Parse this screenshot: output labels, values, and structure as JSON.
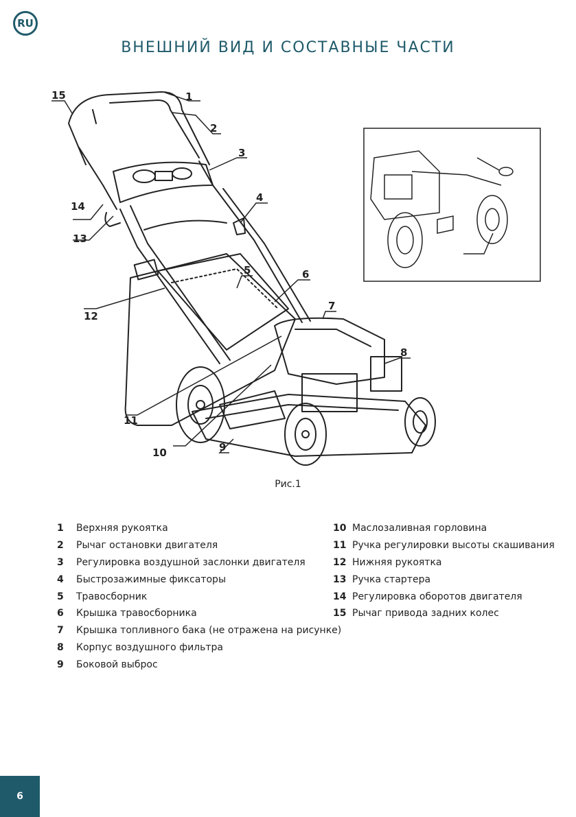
{
  "header": {
    "language": "RU",
    "title": "ВНЕШНИЙ ВИД И СОСТАВНЫЕ ЧАСТИ"
  },
  "figure": {
    "caption": "Рис.1",
    "callouts": [
      "1",
      "2",
      "3",
      "4",
      "5",
      "6",
      "7",
      "8",
      "9",
      "10",
      "11",
      "12",
      "13",
      "14",
      "15"
    ]
  },
  "legend": {
    "left": [
      {
        "num": "1",
        "label": "Верхняя рукоятка"
      },
      {
        "num": "2",
        "label": "Рычаг остановки двигателя"
      },
      {
        "num": "3",
        "label": "Регулировка воздушной заслонки двигателя"
      },
      {
        "num": "4",
        "label": "Быстрозажимные фиксаторы"
      },
      {
        "num": "5",
        "label": "Травосборник"
      },
      {
        "num": "6",
        "label": "Крышка травосборника"
      },
      {
        "num": "7",
        "label": "Крышка топливного бака (не отражена на рисунке)"
      },
      {
        "num": "8",
        "label": "Корпус воздушного фильтра"
      },
      {
        "num": "9",
        "label": "Боковой выброс"
      }
    ],
    "right": [
      {
        "num": "10",
        "label": "Маслозаливная горловина"
      },
      {
        "num": "11",
        "label": "Ручка регулировки высоты скашивания"
      },
      {
        "num": "12",
        "label": "Нижняя рукоятка"
      },
      {
        "num": "13",
        "label": "Ручка стартера"
      },
      {
        "num": "14",
        "label": "Регулировка оборотов двигателя"
      },
      {
        "num": "15",
        "label": "Рычаг привода задних колес"
      }
    ]
  },
  "footer": {
    "page_number": "6"
  },
  "colors": {
    "accent": "#1f5a6a"
  }
}
